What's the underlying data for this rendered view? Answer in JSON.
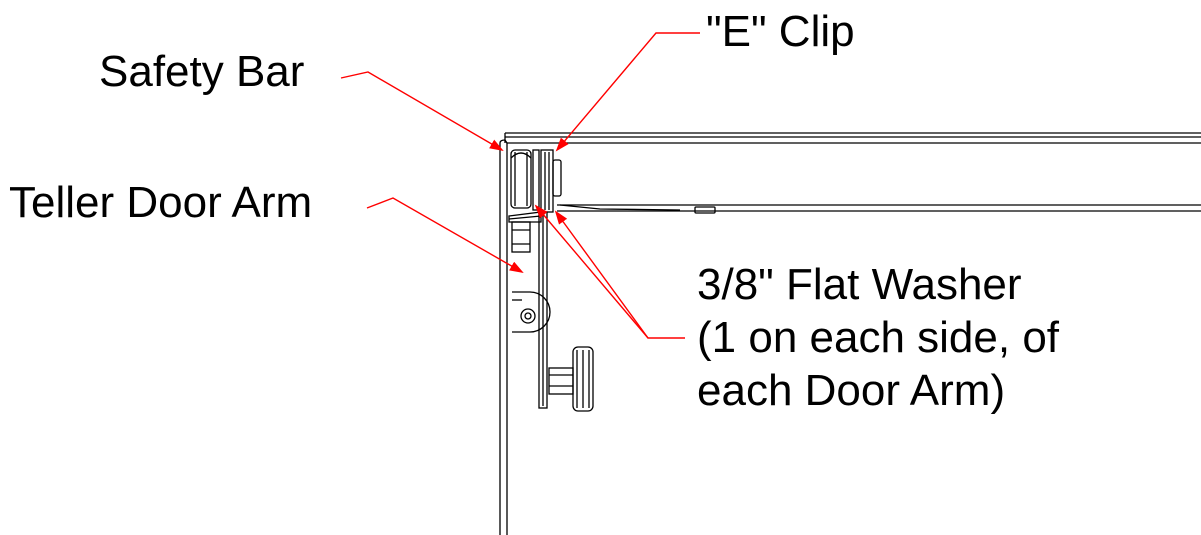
{
  "labels": {
    "safety_bar": "Safety Bar",
    "e_clip": "\"E\" Clip",
    "teller_door_arm": "Teller Door Arm",
    "washer_lines": [
      "3/8\" Flat Washer",
      "(1 on each side, of",
      "each Door Arm)"
    ]
  },
  "colors": {
    "drawing_line": "#000000",
    "leader": "#ff0000",
    "background": "#ffffff"
  }
}
